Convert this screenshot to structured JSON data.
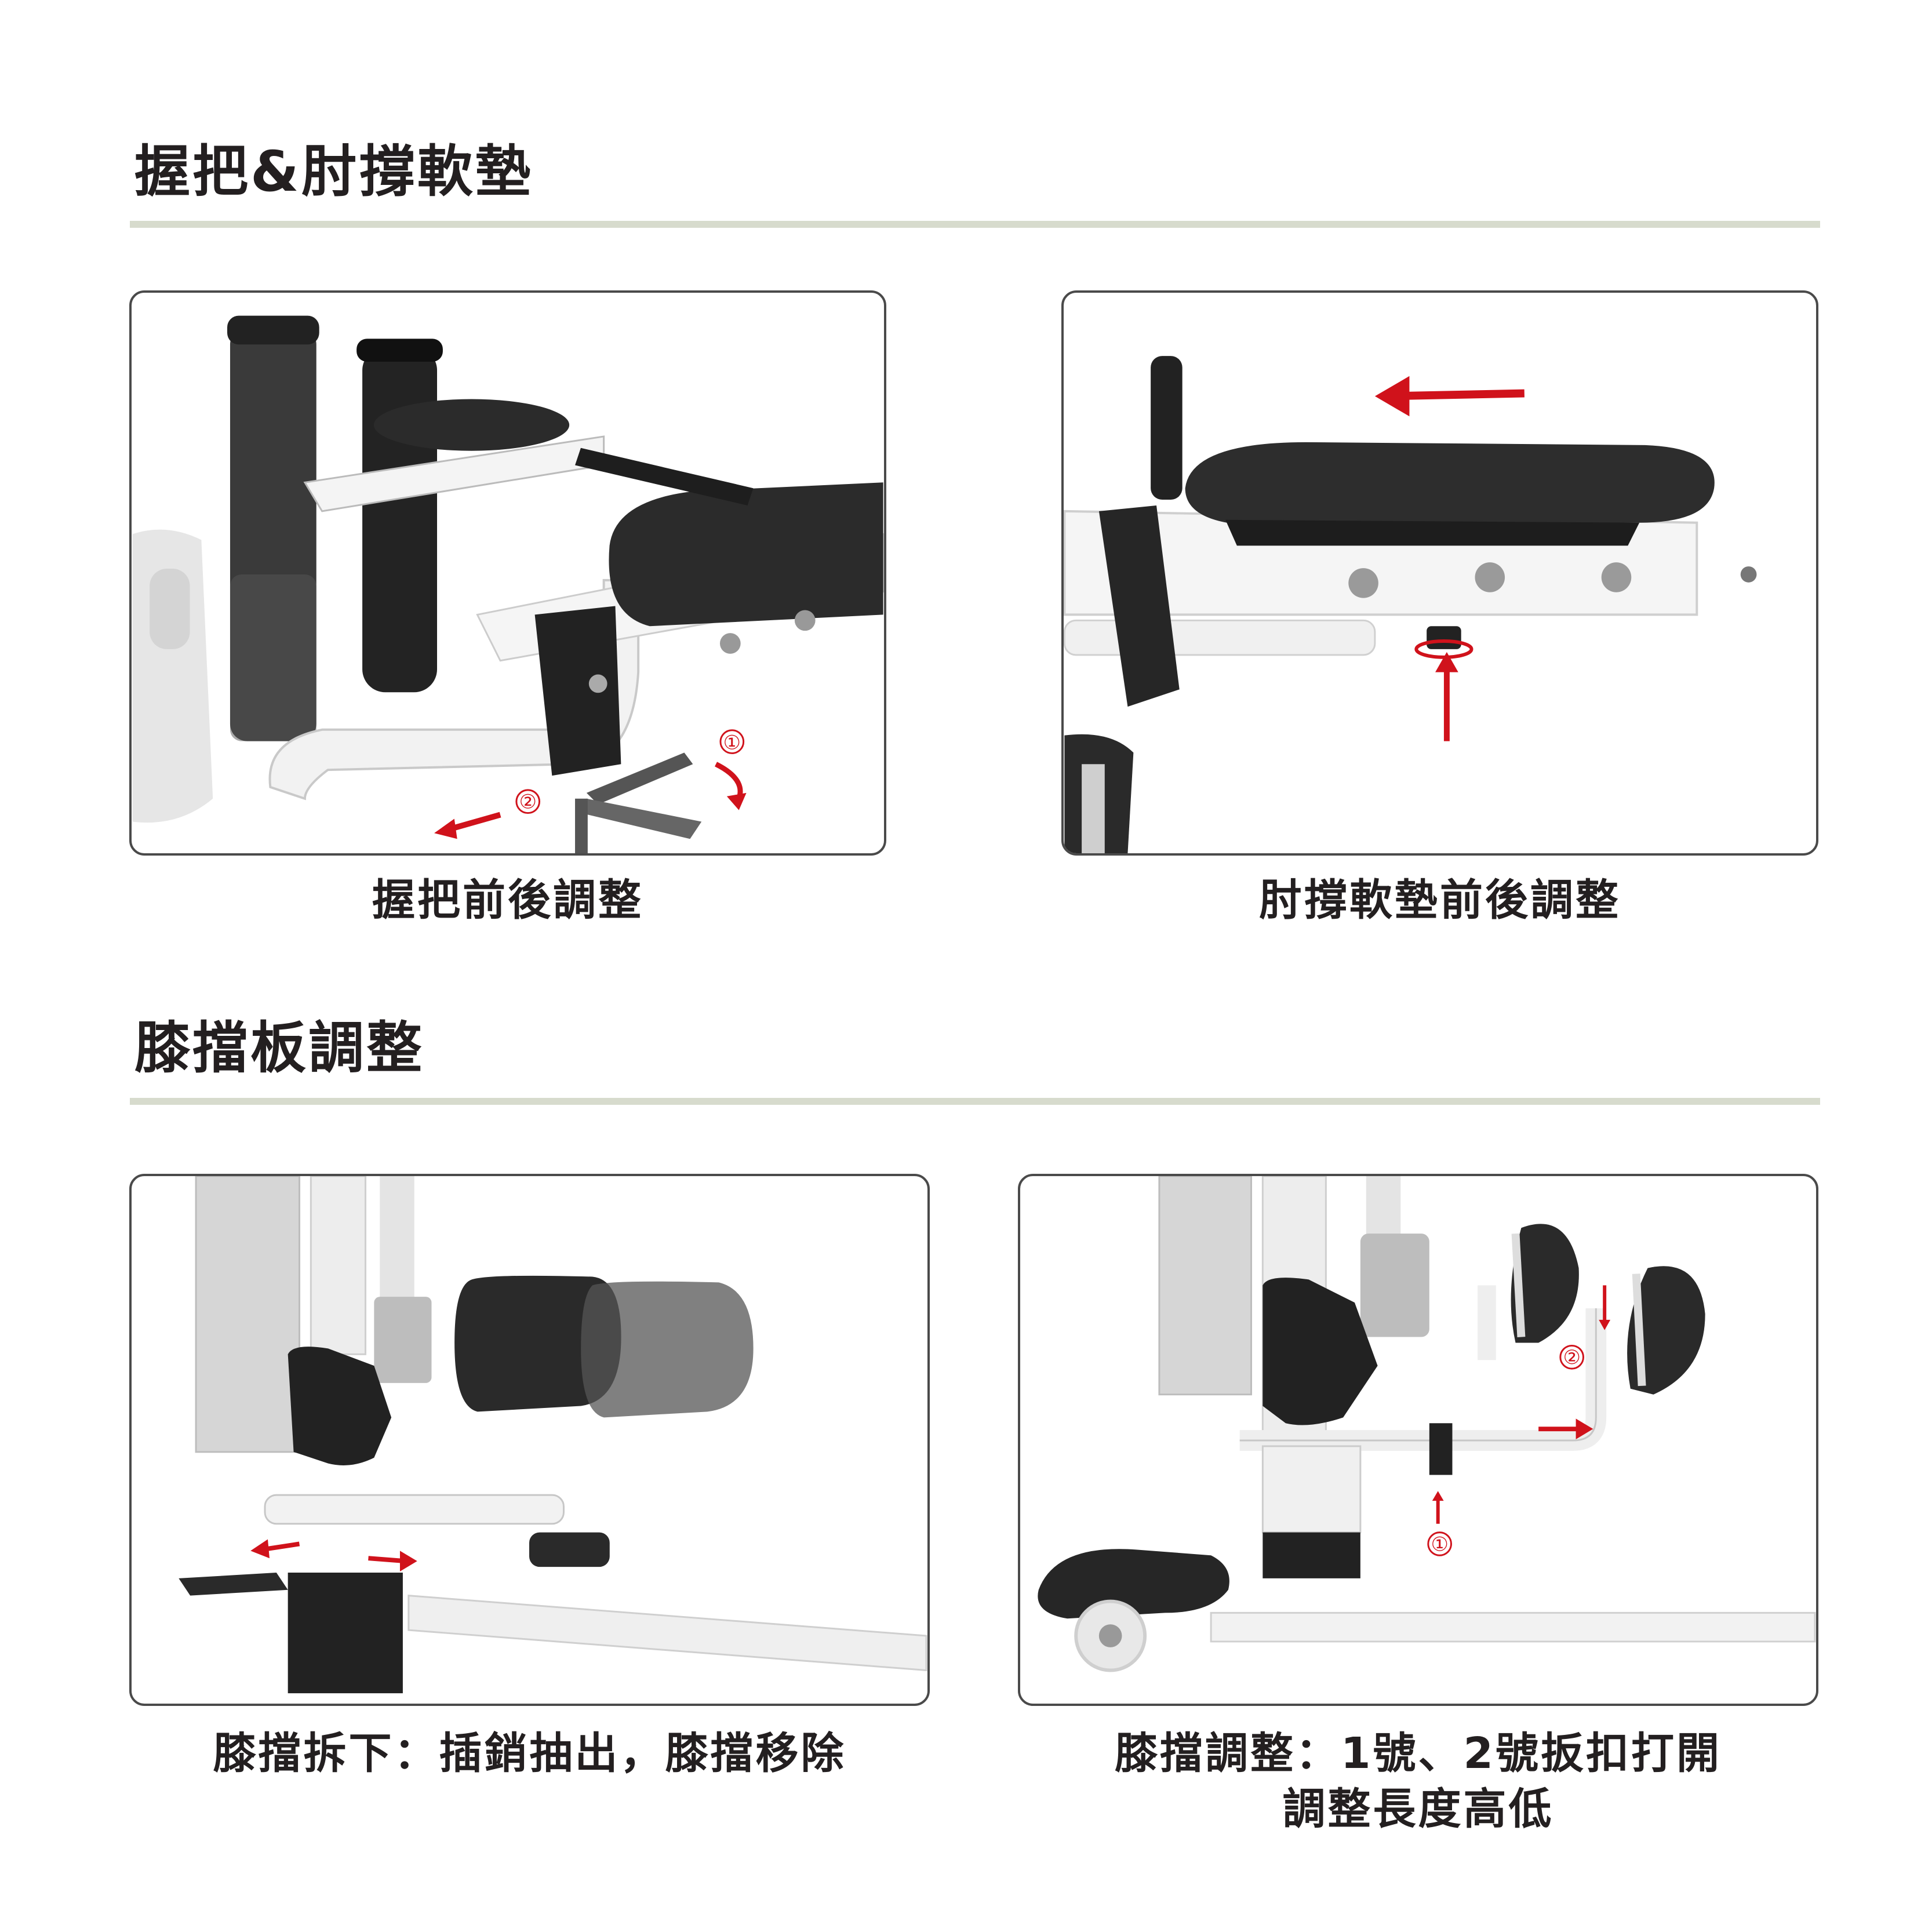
{
  "section1": {
    "title": "握把&肘撐軟墊",
    "left_caption": "握把前後調整",
    "right_caption": "肘撐軟墊前後調整",
    "left_markers": [
      "①",
      "②"
    ]
  },
  "section2": {
    "title": "膝擋板調整",
    "left_caption": "膝擋拆下：插銷抽出，膝擋移除",
    "right_caption_line1": "膝擋調整：1號、2號扳扣打開",
    "right_caption_line2": "調整長度高低",
    "right_markers": [
      "①",
      "②"
    ]
  },
  "colors": {
    "accent_red": "#d0121b",
    "rule": "#d7dbcd",
    "frame_white": "#f2f2f2",
    "pad_black": "#2b2b2b"
  }
}
